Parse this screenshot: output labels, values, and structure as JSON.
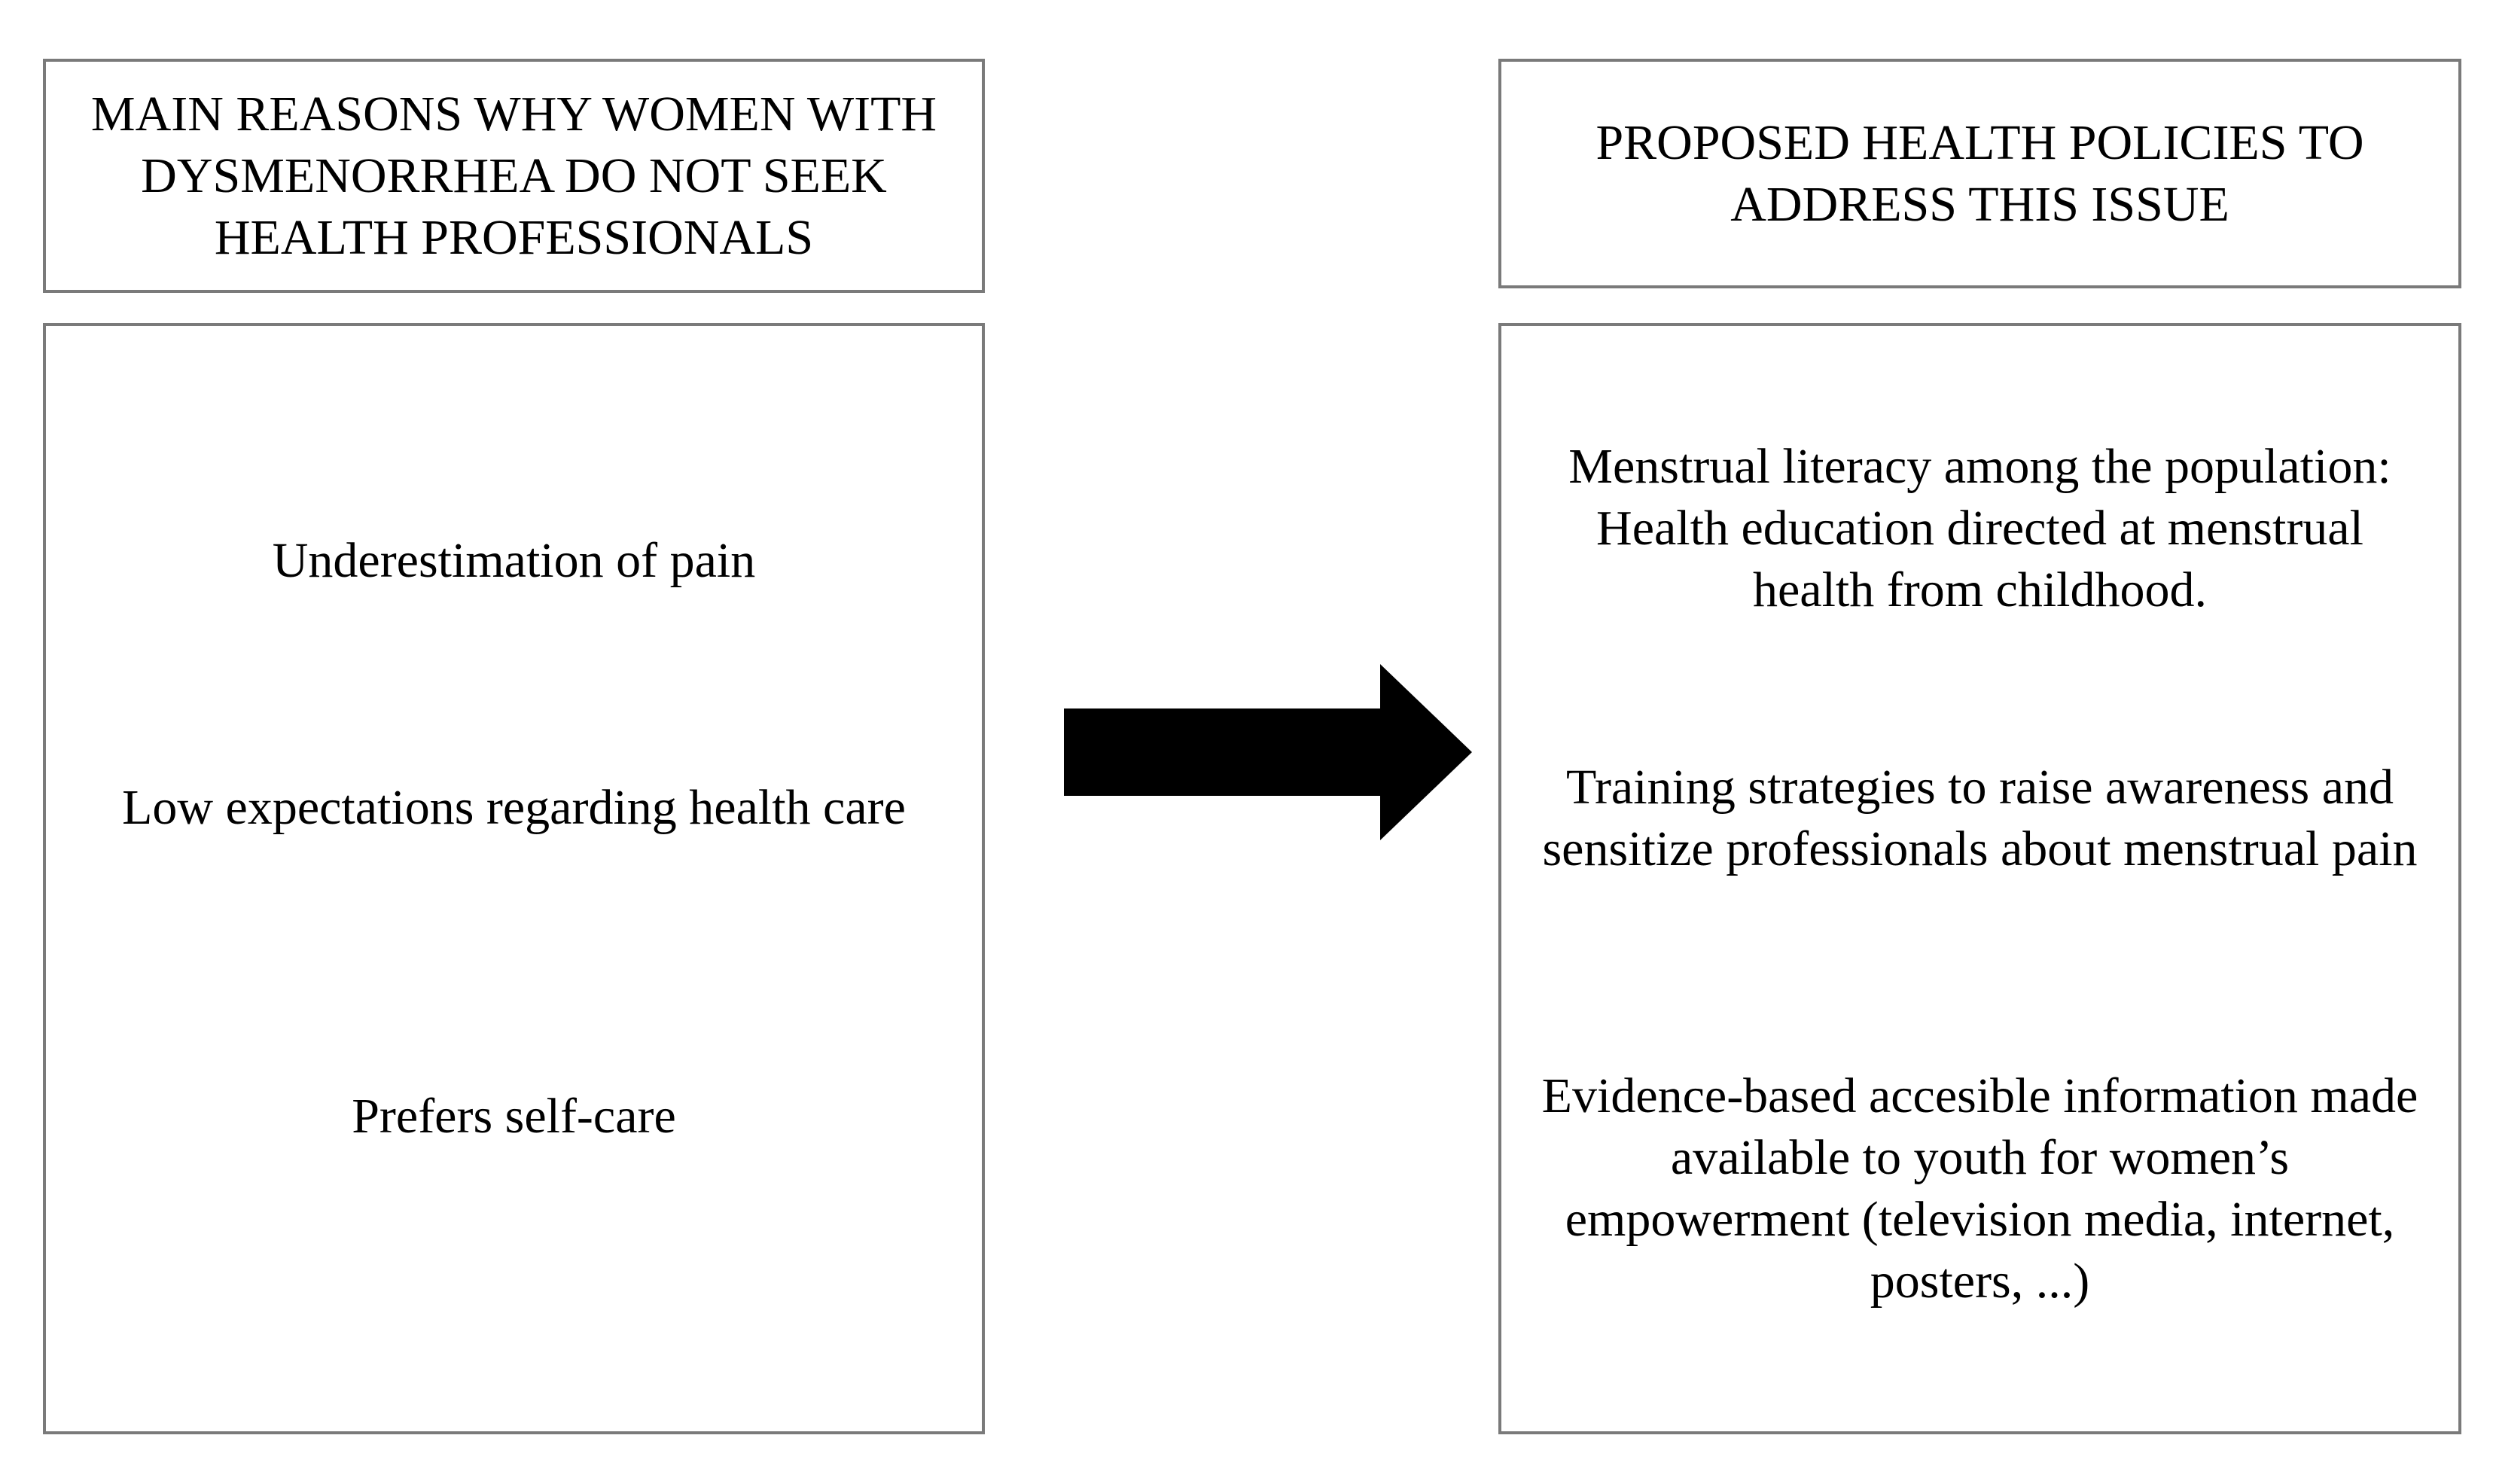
{
  "left": {
    "header": "MAIN REASONS WHY WOMEN WITH DYSMENORRHEA DO NOT SEEK HEALTH PROFESSIONALS",
    "items": [
      "Underestimation of pain",
      "Low expectations regarding health care",
      "Prefers self-care"
    ]
  },
  "right": {
    "header": "PROPOSED HEALTH POLICIES TO ADDRESS THIS ISSUE",
    "items": [
      "Menstrual literacy among the population: Health education directed at menstrual health from childhood.",
      "Training strategies to raise awareness and sensitize professionals about menstrual pain",
      "Evidence-based accesible information made available to youth for women’s empowerment (television media, internet, posters, ...)"
    ]
  },
  "arrow": {
    "icon": "right-arrow-icon",
    "color": "#000000"
  },
  "colors": {
    "border": "#7a7a7a",
    "background": "#ffffff",
    "text": "#000000"
  }
}
